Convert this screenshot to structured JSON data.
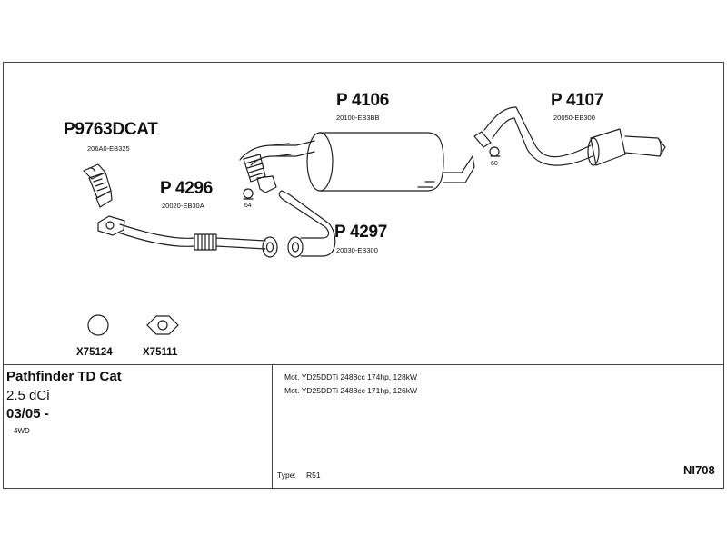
{
  "parts": {
    "p9763": {
      "number": "P9763DCAT",
      "code": "206A0-EB325"
    },
    "p4296": {
      "number": "P 4296",
      "code": "20020-EB30A"
    },
    "p4106": {
      "number": "P 4106",
      "code": "20100-EB3BB"
    },
    "p4107": {
      "number": "P 4107",
      "code": "20050-EB300"
    },
    "p4297": {
      "number": "P 4297",
      "code": "20030-EB300"
    }
  },
  "clamps": {
    "left": "64",
    "right": "60"
  },
  "accessories": [
    {
      "code": "X75124",
      "icon": "ring-gasket-icon"
    },
    {
      "code": "X75111",
      "icon": "flange-gasket-icon"
    }
  ],
  "vehicle": {
    "model": "Pathfinder TD Cat",
    "engine": "2.5 dCi",
    "date": "03/05 -",
    "drive": "4WD"
  },
  "engines": [
    "Mot. YD25DDTi 2488cc 174hp, 128kW",
    "Mot. YD25DDTi 2488cc 171hp, 126kW"
  ],
  "type": {
    "label": "Type:",
    "value": "R51"
  },
  "reference": "NI708"
}
